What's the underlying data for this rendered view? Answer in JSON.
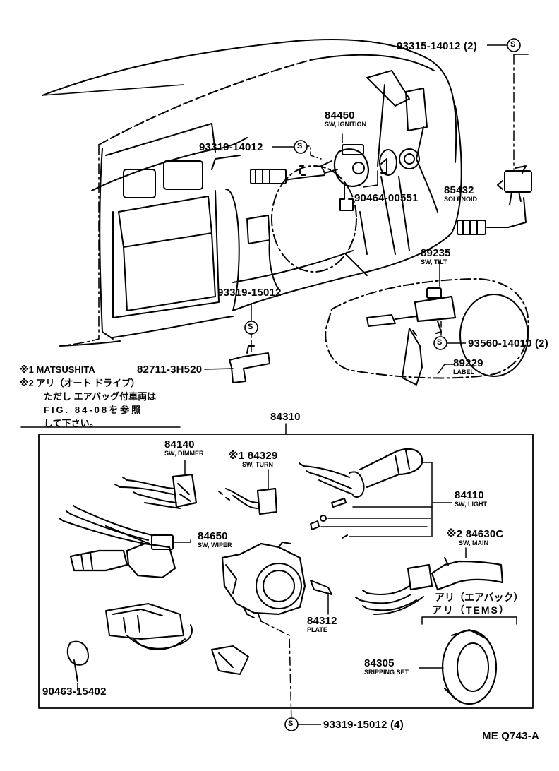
{
  "callouts": {
    "c93315": "93315-14012 (2)",
    "c84450": "84450",
    "c84450_sub": "SW, IGNITION",
    "c93319a": "93319-14012",
    "c85432": "85432",
    "c85432_sub": "SOLENOID",
    "c90464": "90464-00551",
    "c89235": "89235",
    "c89235_sub": "SW, TILT",
    "c93319b": "93319-15012",
    "c93560": "93560-14010 (2)",
    "c82711": "82711-3H520",
    "c89229": "89229",
    "c89229_sub": "LABEL",
    "c84310": "84310",
    "c84140": "84140",
    "c84140_sub": "SW, DIMMER",
    "c84329": "※1 84329",
    "c84329_sub": "SW, TURN",
    "c84110": "84110",
    "c84110_sub": "SW, LIGHT",
    "c84650": "84650",
    "c84650_sub": "SW, WIPER",
    "c84630": "※2 84630C",
    "c84630_sub": "SW, MAIN",
    "c_airbag": "アリ（エアバック）",
    "c_tems": "アリ（TEMS）",
    "c84312": "84312",
    "c84312_sub": "PLATE",
    "c84305": "84305",
    "c84305_sub": "SRIPPING SET",
    "c90463": "90463-15402",
    "c93319c": "93319-15012 (4)",
    "figure_code": "ME Q743-A"
  },
  "notes": {
    "n1": "※1 MATSUSHITA",
    "n2": "※2 アリ（オート ドライブ）",
    "n3": "ただし エアバッグ付車両は",
    "n4": "FIG. 84-08を参照",
    "n5": "して下さい。"
  },
  "screw_symbol": "S"
}
